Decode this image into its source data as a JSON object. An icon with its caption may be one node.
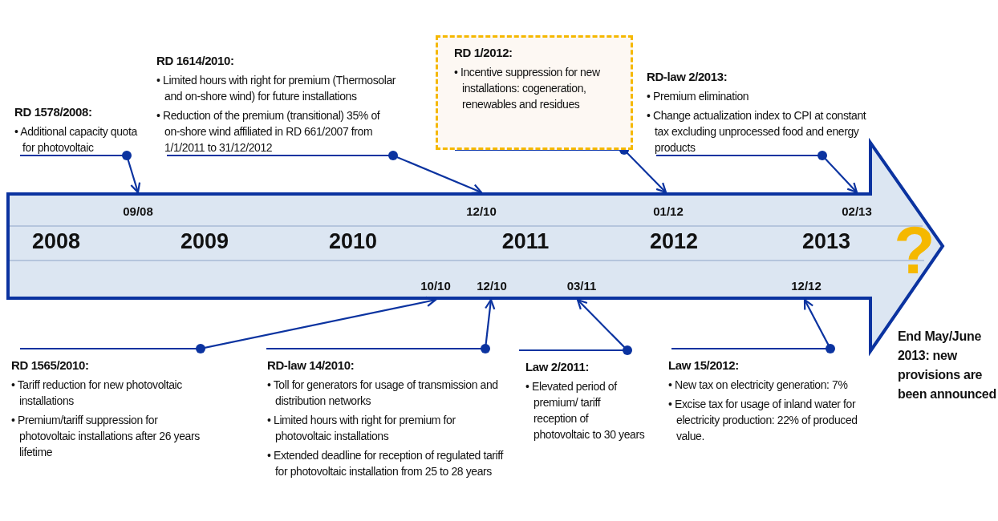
{
  "diagram": {
    "nodes": [
      {
        "text": [
          "RD 1578/2008:",
          "• Additional capacity quota for photovoltaic"
        ]
      },
      {
        "text": [
          "RD 1614/2010:",
          "• Limited hours with right for premium (Thermosolar and on-shore wind) for future installations",
          "• Reduction of the premium (transitional) 35% of on-shore wind affiliated in RD 661/2007 from 1/1/2011 to 31/12/2012"
        ]
      },
      {
        "text": [
          "RD 1/2012:",
          "• Incentive suppression for new installations: cogeneration, renewables and residues"
        ]
      },
      {
        "text": [
          "RD-law 2/2013:",
          "• Premium elimination",
          "• Change actualization index to CPI at constant tax excluding unprocessed food and energy products"
        ]
      },
      {
        "text": [],
        "shape": "arrow"
      },
      {
        "text": [
          "RD 1565/2010:",
          "• Tariff reduction for new photovoltaic installations",
          "• Premium/tariff suppression for photovoltaic installations after 26 years lifetime"
        ]
      },
      {
        "text": [
          "RD-law 14/2010:",
          "• Toll for generators for usage of transmission and distribution networks",
          "• Limited hours with right for premium for photovoltaic installations",
          "• Extended deadline for reception of regulated tariff for photovoltaic installation from 25 to 28 years"
        ]
      },
      {
        "text": [
          "Law 2/2011:",
          "• Elevated period of premium/ tariff reception of photovoltaic to 30 years"
        ]
      },
      {
        "text": [
          "Law 15/2012:",
          "• New tax on electricity generation: 7%",
          "• Excise tax for usage of inland water for electricity production: 22% of produced value."
        ]
      }
    ],
    "edges": [
      {
        "from": 0,
        "to": 4,
        "arrow": "to"
      },
      {
        "from": 1,
        "to": 4,
        "arrow": "to"
      },
      {
        "from": 2,
        "to": 4,
        "arrow": "to"
      },
      {
        "from": 3,
        "to": 4,
        "arrow": "to"
      },
      {
        "from": 5,
        "to": 4,
        "arrow": "to"
      },
      {
        "from": 6,
        "to": 4,
        "arrow": "to"
      },
      {
        "from": 7,
        "to": 4,
        "arrow": "to"
      },
      {
        "from": 8,
        "to": 4,
        "arrow": "to"
      }
    ],
    "labels": [
      "09/08",
      "12/10",
      "01/12",
      "02/13",
      "2008",
      "2009",
      "2010",
      "2011",
      "2012",
      "2013",
      "?",
      "10/10",
      "12/10",
      "03/11",
      "12/12",
      "End May/June 2013: new provisions are been announced"
    ]
  }
}
